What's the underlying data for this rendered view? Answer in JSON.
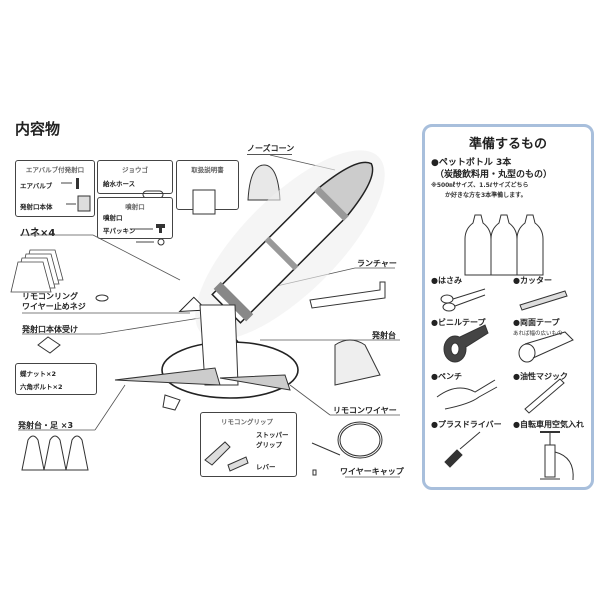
{
  "contents": {
    "title": "内容物",
    "air_valve_box": {
      "title": "エアバルブ付発射口",
      "items": [
        "エアバルブ",
        "発射口本体"
      ]
    },
    "funnel_box": {
      "title": "ジョウゴ",
      "items": [
        "給水ホース"
      ]
    },
    "manual_box": {
      "title": "取扱説明書"
    },
    "nozzle_box": {
      "title": "噴射口",
      "items": [
        "噴射口",
        "平パッキン"
      ]
    },
    "nose_cone": "ノーズコーン",
    "wings": "ハネ×4",
    "remote_ring": "リモコンリング",
    "wire_screw": "ワイヤー止めネジ",
    "launcher": "ランチャー",
    "body_holder": "発射口本体受け",
    "launch_pad": "発射台",
    "nut_bolt_box": {
      "items": [
        "蝶ナット×2",
        "六角ボルト×2"
      ]
    },
    "remote_wire": "リモコンワイヤー",
    "legs": "発射台・足 ×3",
    "grip_box": {
      "title": "リモコングリップ",
      "items": [
        "ストッパー",
        "グリップ",
        "レバー"
      ]
    },
    "wire_cap": "ワイヤーキャップ"
  },
  "prepare": {
    "title": "準備するもの",
    "bottle": "●ペットボトル 3本",
    "bottle_type": "（炭酸飲料用・丸型のもの）",
    "bottle_note_1": "※500㎖サイズ、1.5ℓサイズどちら",
    "bottle_note_2": "か好きな方を3本準備します。",
    "items": [
      {
        "label": "●はさみ",
        "icon": "scissors"
      },
      {
        "label": "●カッター",
        "icon": "cutter-knife"
      },
      {
        "label": "●ビニルテープ",
        "icon": "vinyl-tape"
      },
      {
        "label": "●両面テープ",
        "icon": "double-sided-tape",
        "note": "あれば幅の広いもの"
      },
      {
        "label": "●ペンチ",
        "icon": "pliers"
      },
      {
        "label": "●油性マジック",
        "icon": "marker"
      },
      {
        "label": "●プラスドライバー",
        "icon": "screwdriver"
      },
      {
        "label": "●自転車用空気入れ",
        "icon": "bicycle-pump"
      }
    ],
    "border_color": "#a8bfdc"
  }
}
